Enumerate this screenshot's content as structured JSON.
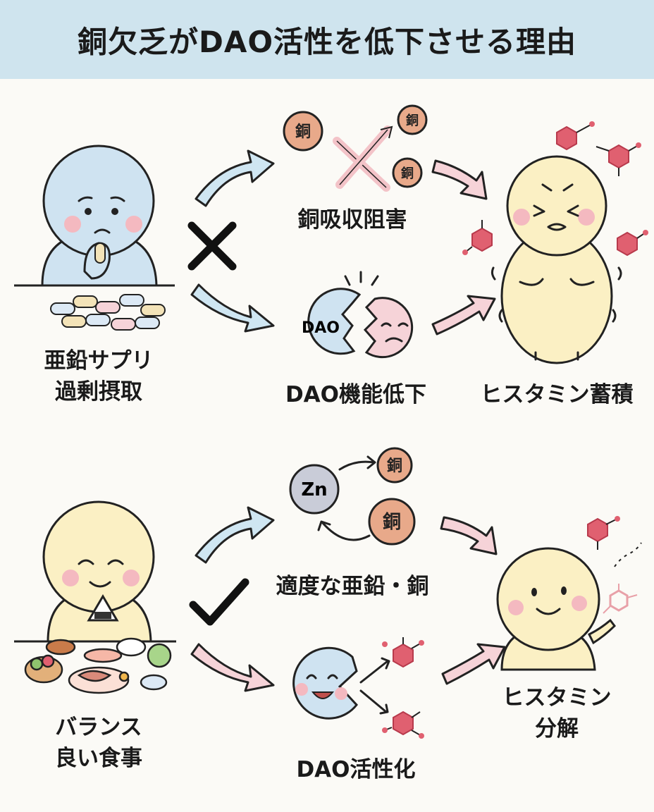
{
  "header": {
    "title": "銅欠乏がDAO活性を低下させる理由"
  },
  "top": {
    "cause_line1": "亜鉛サプリ",
    "cause_line2": "過剰摂取",
    "result_mark": "cross",
    "step1": "銅吸収阻害",
    "step2": "DAO機能低下",
    "outcome": "ヒスタミン蓄積",
    "coin_label": "銅",
    "dao_label": "DAO"
  },
  "bottom": {
    "cause_line1": "バランス",
    "cause_line2": "良い食事",
    "result_mark": "check",
    "step1": "適度な亜鉛・銅",
    "step2": "DAO活性化",
    "outcome_line1": "ヒスタミン",
    "outcome_line2": "分解",
    "zinc_label": "Zn",
    "coin_label": "銅"
  },
  "colors": {
    "header_bg": "#cfe4ee",
    "blue_arrow": "#cfe6f2",
    "pink_arrow": "#f6d3d8",
    "copper": "#e8a98a",
    "histamine": "#e06070",
    "character_blue": "#cfe3f1",
    "character_yellow": "#fbf0c4"
  }
}
